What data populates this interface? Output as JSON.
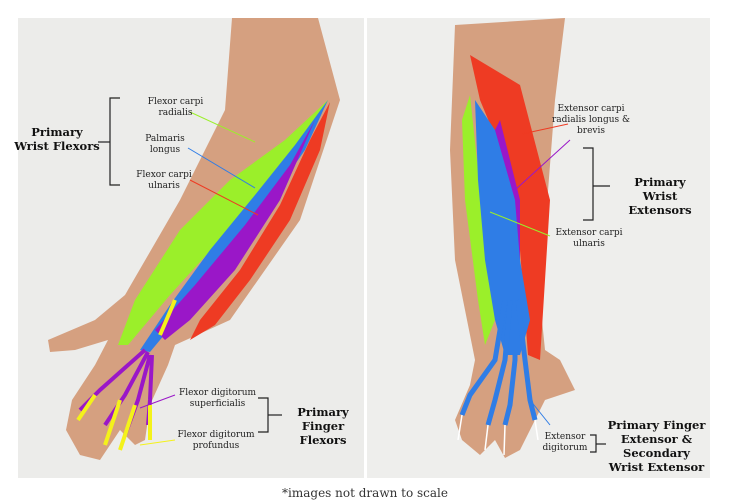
{
  "labels": {
    "fcr": "Flexor carpi radialis",
    "pl": "Palmaris longus",
    "fcu": "Flexor carpi ulnaris",
    "fds": "Flexor digitorum superficialis",
    "fdp": "Flexor digitorum profundus",
    "ecr": "Extensor carpi radialis longus & brevis",
    "ecu": "Extensor carpi ulnaris",
    "ed": "Extensor digitorum"
  },
  "groups": {
    "wrist_flexors": "Primary Wrist Flexors",
    "finger_flexors": "Primary Finger Flexors",
    "wrist_extensors": "Primary Wrist Extensors",
    "finger_extensor": "Primary Finger Extensor & Secondary Wrist Extensor"
  },
  "caption": "*images not drawn to scale",
  "colors": {
    "green": "#9bef2a",
    "blue": "#2f7de6",
    "purple": "#9a17c8",
    "red": "#ee3b23",
    "yellow": "#f4f21a",
    "skin": "#d49c7a"
  }
}
